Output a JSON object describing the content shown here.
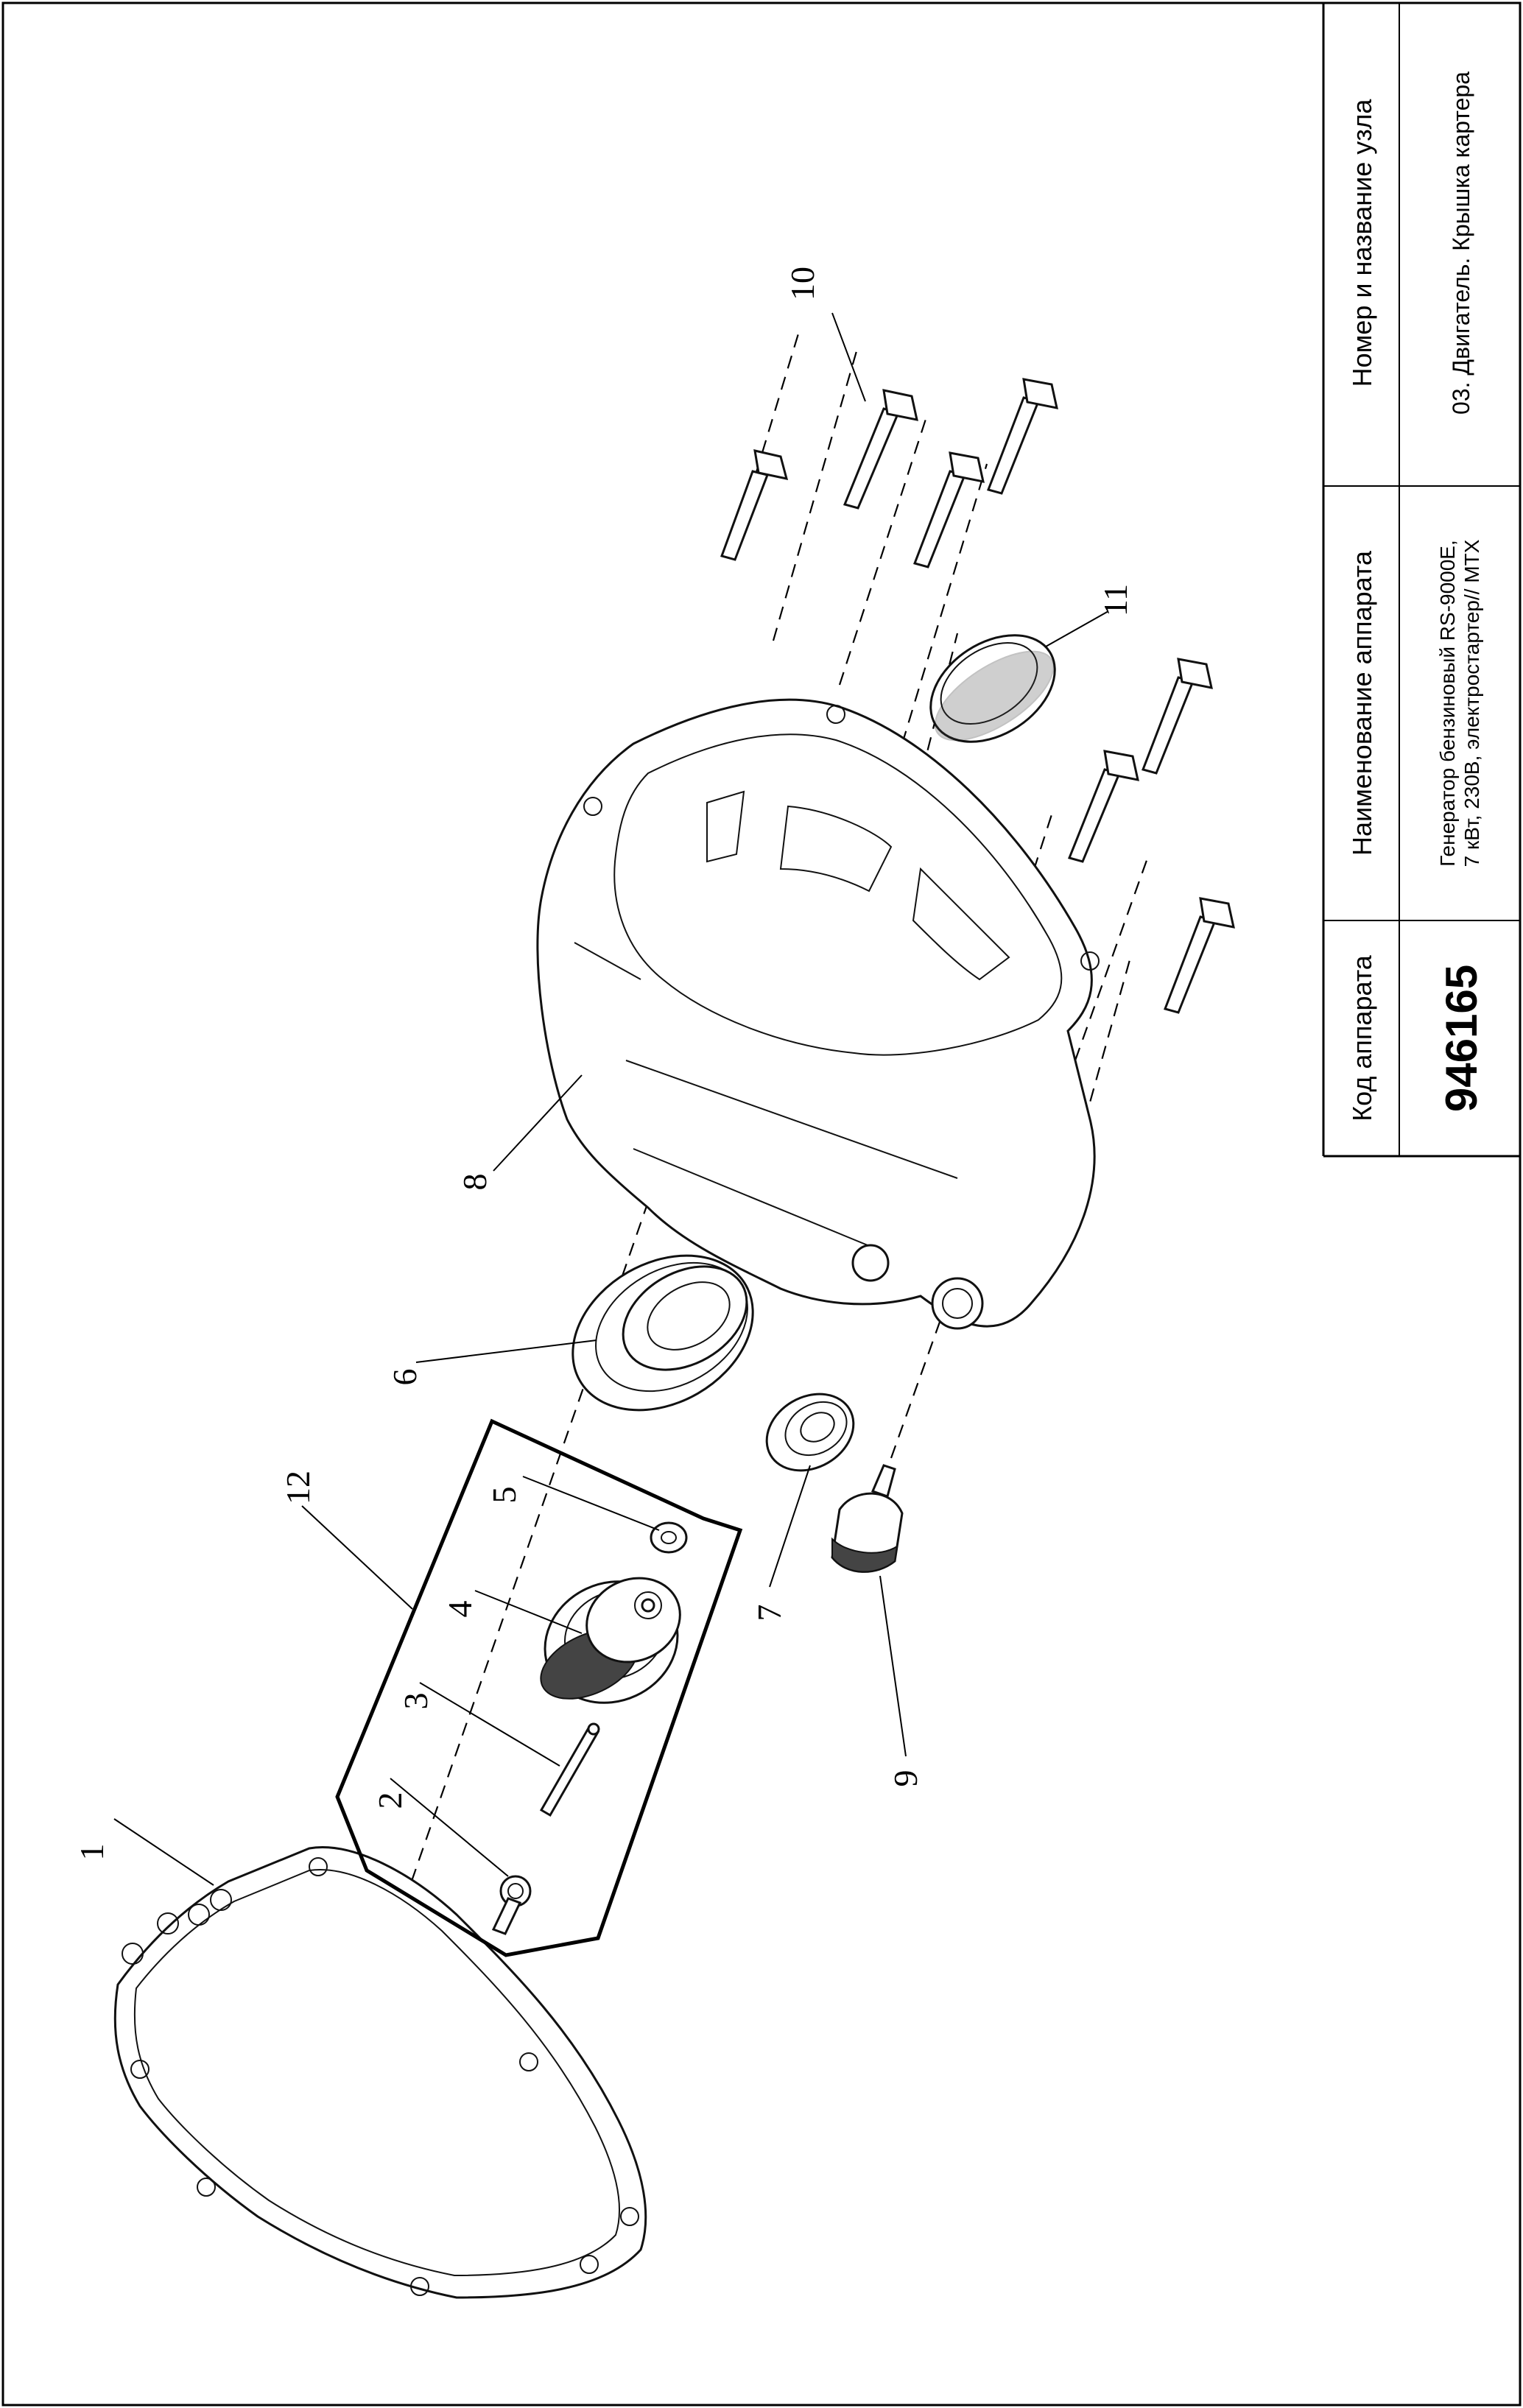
{
  "title_block": {
    "code_header": "Код аппарата",
    "code_value": "946165",
    "name_header": "Наименование аппарата",
    "name_line1": "Генератор бензиновый RS-9000E,",
    "name_line2": "7 кВт, 230В, электростартер// MTX",
    "node_header": "Номер и название узла",
    "node_value": "03. Двигатель. Крышка картера"
  },
  "callouts": {
    "c1": "1",
    "c2": "2",
    "c3": "3",
    "c4": "4",
    "c5": "5",
    "c6": "6",
    "c7": "7",
    "c8": "8",
    "c9": "9",
    "c10": "10",
    "c11": "11",
    "c12": "12"
  }
}
